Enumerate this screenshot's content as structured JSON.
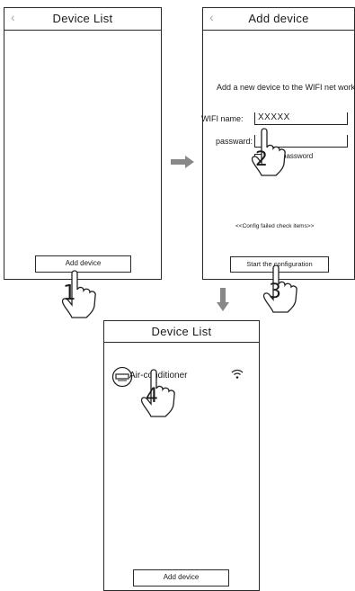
{
  "screen1": {
    "title": "Device List",
    "back_glyph": "‹",
    "add_button": "Add device",
    "step": "1"
  },
  "screen2": {
    "title": "Add device",
    "back_glyph": "‹",
    "instruction": "Add a new device to the WIFI net work",
    "wifi_label": "WIFI  name:",
    "wifi_value": "XXXXX",
    "password_label": "passward:",
    "password_value": "",
    "show_password": "w password",
    "config_failed": "<<Config failed check items>>",
    "start_button": "Start the configuration",
    "step": "3",
    "step_field": "2"
  },
  "screen3": {
    "title": "Device List",
    "device_name": "Air-conditioner",
    "add_button": "Add device",
    "step": "4"
  }
}
